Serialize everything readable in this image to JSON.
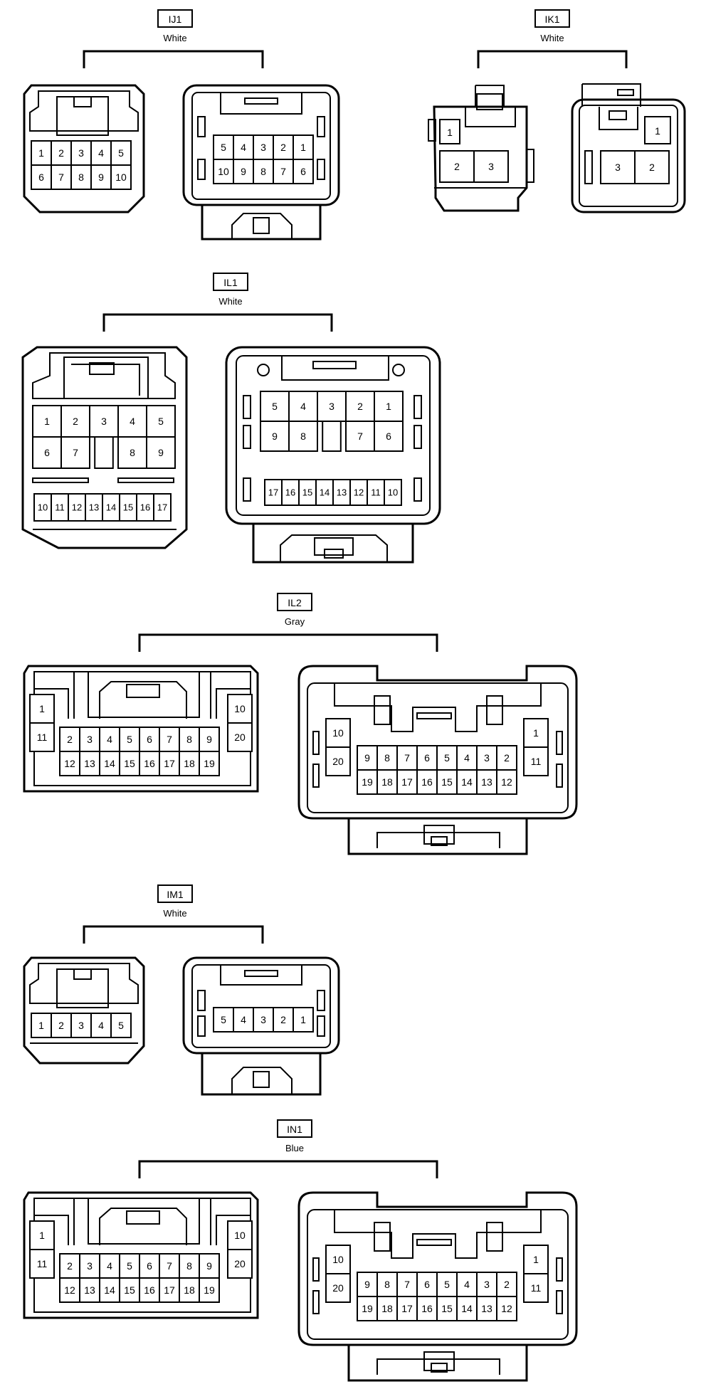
{
  "groups": [
    {
      "id": "IJ1",
      "label": "IJ1",
      "color": "White",
      "male": {
        "rows": [
          [
            "1",
            "2",
            "3",
            "4",
            "5"
          ],
          [
            "6",
            "7",
            "8",
            "9",
            "10"
          ]
        ]
      },
      "female": {
        "rows": [
          [
            "5",
            "4",
            "3",
            "2",
            "1"
          ],
          [
            "10",
            "9",
            "8",
            "7",
            "6"
          ]
        ]
      }
    },
    {
      "id": "IK1",
      "label": "IK1",
      "color": "White",
      "male": {
        "top": [
          "1"
        ],
        "bottom": [
          "2",
          "3"
        ]
      },
      "female": {
        "top": [
          "1"
        ],
        "bottom": [
          "3",
          "2"
        ]
      }
    },
    {
      "id": "IL1",
      "label": "IL1",
      "color": "White",
      "male": {
        "rows": [
          [
            "1",
            "2",
            "3",
            "4",
            "5"
          ],
          [
            "6",
            "7",
            "",
            "8",
            "9"
          ]
        ],
        "small": [
          "10",
          "11",
          "12",
          "13",
          "14",
          "15",
          "16",
          "17"
        ]
      },
      "female": {
        "rows": [
          [
            "5",
            "4",
            "3",
            "2",
            "1"
          ],
          [
            "9",
            "8",
            "",
            "7",
            "6"
          ]
        ],
        "small": [
          "17",
          "16",
          "15",
          "14",
          "13",
          "12",
          "11",
          "10"
        ]
      }
    },
    {
      "id": "IL2",
      "label": "IL2",
      "color": "Gray",
      "male": {
        "left": [
          "1",
          "11"
        ],
        "right": [
          "10",
          "20"
        ],
        "rows": [
          [
            "2",
            "3",
            "4",
            "5",
            "6",
            "7",
            "8",
            "9"
          ],
          [
            "12",
            "13",
            "14",
            "15",
            "16",
            "17",
            "18",
            "19"
          ]
        ]
      },
      "female": {
        "left": [
          "10",
          "20"
        ],
        "right": [
          "1",
          "11"
        ],
        "rows": [
          [
            "9",
            "8",
            "7",
            "6",
            "5",
            "4",
            "3",
            "2"
          ],
          [
            "19",
            "18",
            "17",
            "16",
            "15",
            "14",
            "13",
            "12"
          ]
        ]
      }
    },
    {
      "id": "IM1",
      "label": "IM1",
      "color": "White",
      "male": {
        "rows": [
          [
            "1",
            "2",
            "3",
            "4",
            "5"
          ]
        ]
      },
      "female": {
        "rows": [
          [
            "5",
            "4",
            "3",
            "2",
            "1"
          ]
        ]
      }
    },
    {
      "id": "IN1",
      "label": "IN1",
      "color": "Blue",
      "male": {
        "left": [
          "1",
          "11"
        ],
        "right": [
          "10",
          "20"
        ],
        "rows": [
          [
            "2",
            "3",
            "4",
            "5",
            "6",
            "7",
            "8",
            "9"
          ],
          [
            "12",
            "13",
            "14",
            "15",
            "16",
            "17",
            "18",
            "19"
          ]
        ]
      },
      "female": {
        "left": [
          "10",
          "20"
        ],
        "right": [
          "1",
          "11"
        ],
        "rows": [
          [
            "9",
            "8",
            "7",
            "6",
            "5",
            "4",
            "3",
            "2"
          ],
          [
            "19",
            "18",
            "17",
            "16",
            "15",
            "14",
            "13",
            "12"
          ]
        ]
      }
    }
  ]
}
